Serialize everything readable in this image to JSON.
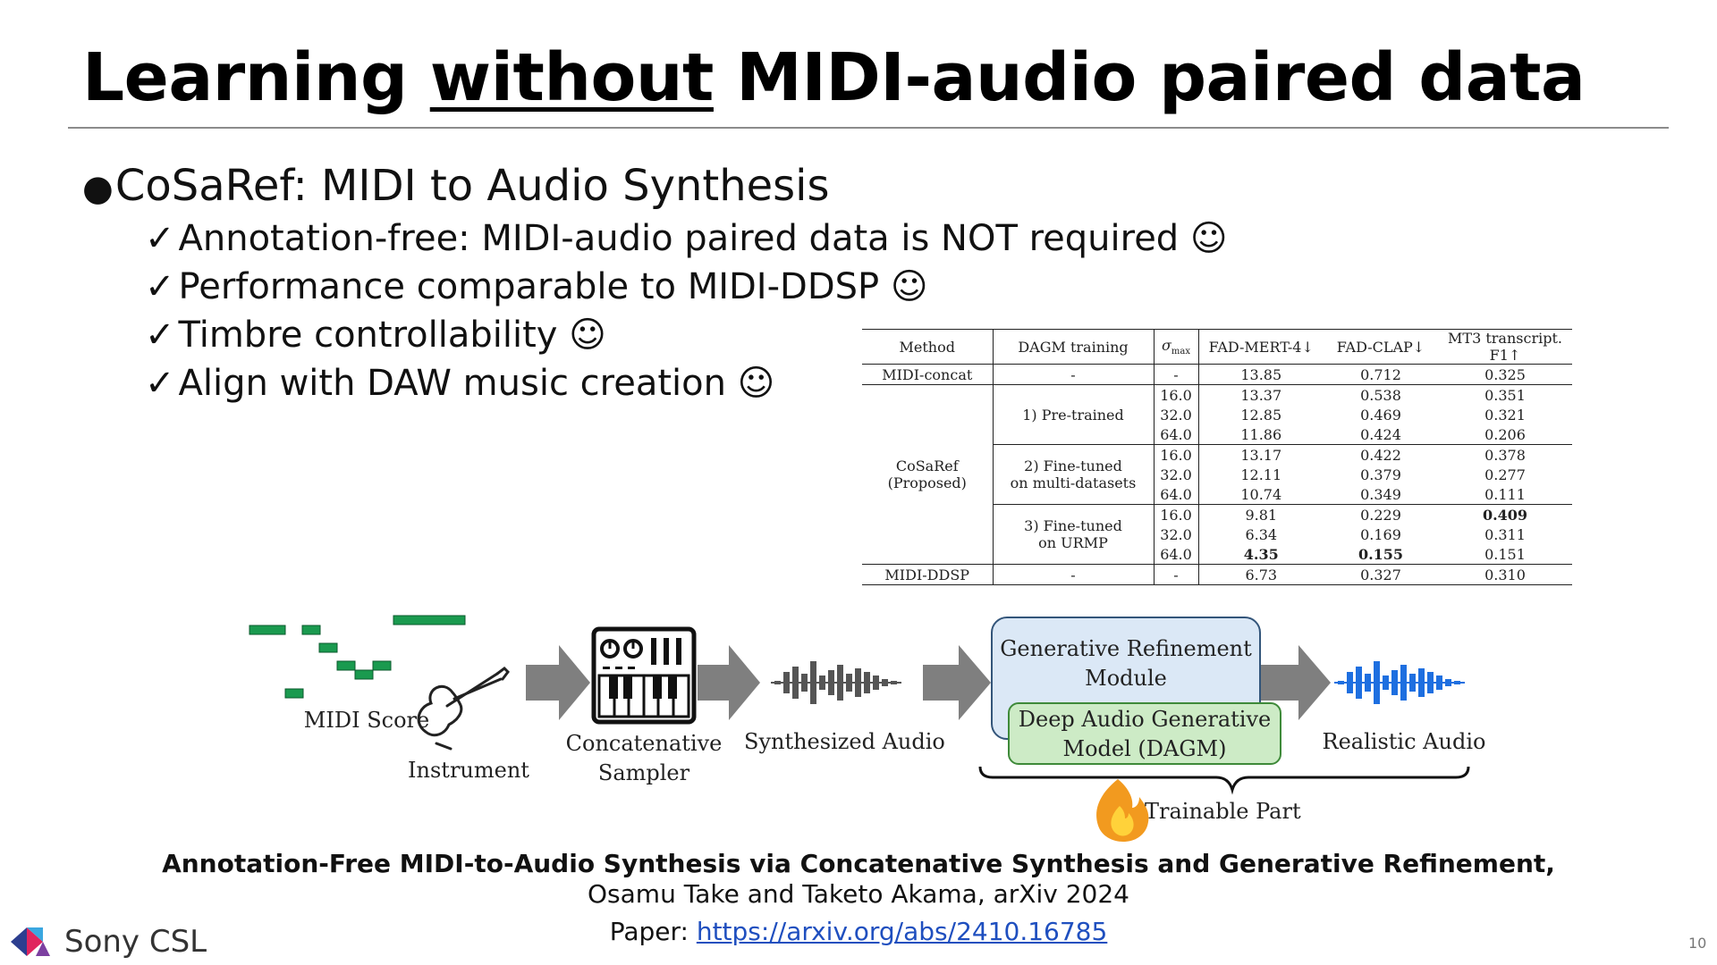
{
  "slide": {
    "title_before": "Learning ",
    "title_emph": "without",
    "title_after": " MIDI-audio paired data",
    "bullet": "CoSaRef: MIDI to Audio Synthesis",
    "subpoints": [
      "Annotation-free: MIDI-audio paired data is NOT required ☺",
      "Performance comparable to MIDI-DDSP ☺",
      "Timbre controllability ☺",
      "Align with DAW music creation ☺"
    ]
  },
  "table": {
    "headers": {
      "method": "Method",
      "dagm": "DAGM training",
      "sigma": "σ",
      "sigma_sub": "max",
      "fad_mert": "FAD-MERT-4↓",
      "fad_clap": "FAD-CLAP↓",
      "mt3": "MT3 transcript. F1↑"
    },
    "midi_concat": {
      "method": "MIDI-concat",
      "dagm": "-",
      "sigma": "-",
      "fad_mert": "13.85",
      "fad_clap": "0.712",
      "mt3": "0.325"
    },
    "cosaref": {
      "method_line1": "CoSaRef",
      "method_line2": "(Proposed)",
      "groups": [
        {
          "label_line1": "1) Pre-trained",
          "label_line2": "",
          "rows": [
            {
              "sigma": "16.0",
              "fad_mert": "13.37",
              "fad_clap": "0.538",
              "mt3": "0.351"
            },
            {
              "sigma": "32.0",
              "fad_mert": "12.85",
              "fad_clap": "0.469",
              "mt3": "0.321"
            },
            {
              "sigma": "64.0",
              "fad_mert": "11.86",
              "fad_clap": "0.424",
              "mt3": "0.206"
            }
          ]
        },
        {
          "label_line1": "2) Fine-tuned",
          "label_line2": "on multi-datasets",
          "rows": [
            {
              "sigma": "16.0",
              "fad_mert": "13.17",
              "fad_clap": "0.422",
              "mt3": "0.378"
            },
            {
              "sigma": "32.0",
              "fad_mert": "12.11",
              "fad_clap": "0.379",
              "mt3": "0.277"
            },
            {
              "sigma": "64.0",
              "fad_mert": "10.74",
              "fad_clap": "0.349",
              "mt3": "0.111"
            }
          ]
        },
        {
          "label_line1": "3) Fine-tuned",
          "label_line2": "on URMP",
          "rows": [
            {
              "sigma": "16.0",
              "fad_mert": "9.81",
              "fad_clap": "0.229",
              "mt3": "0.409"
            },
            {
              "sigma": "32.0",
              "fad_mert": "6.34",
              "fad_clap": "0.169",
              "mt3": "0.311"
            },
            {
              "sigma": "64.0",
              "fad_mert": "4.35",
              "fad_clap": "0.155",
              "mt3": "0.151"
            }
          ]
        }
      ]
    },
    "midi_ddsp": {
      "method": "MIDI-DDSP",
      "dagm": "-",
      "sigma": "-",
      "fad_mert": "6.73",
      "fad_clap": "0.327",
      "mt3": "0.310"
    }
  },
  "diagram": {
    "midi_score": "MIDI Score",
    "instrument": "Instrument",
    "sampler_line1": "Concatenative",
    "sampler_line2": "Sampler",
    "synth_audio": "Synthesized Audio",
    "refine_line1": "Generative Refinement",
    "refine_line2": "Module",
    "dagm_line1": "Deep Audio Generative",
    "dagm_line2": "Model (DAGM)",
    "realistic_audio": "Realistic Audio",
    "trainable": "Trainable Part",
    "colors": {
      "note": "#1a9a4f",
      "arrow": "#7f7f7f",
      "synth_wave": "#555555",
      "real_wave": "#1e6fe0"
    }
  },
  "citation": {
    "title": "Annotation-Free MIDI-to-Audio Synthesis via Concatenative Synthesis and Generative Refinement,",
    "authors": "Osamu Take and Taketo Akama, arXiv 2024",
    "paper_prefix": "Paper: ",
    "paper_url": "https://arxiv.org/abs/2410.16785"
  },
  "footer": {
    "brand": "Sony CSL",
    "page_number": "10"
  }
}
